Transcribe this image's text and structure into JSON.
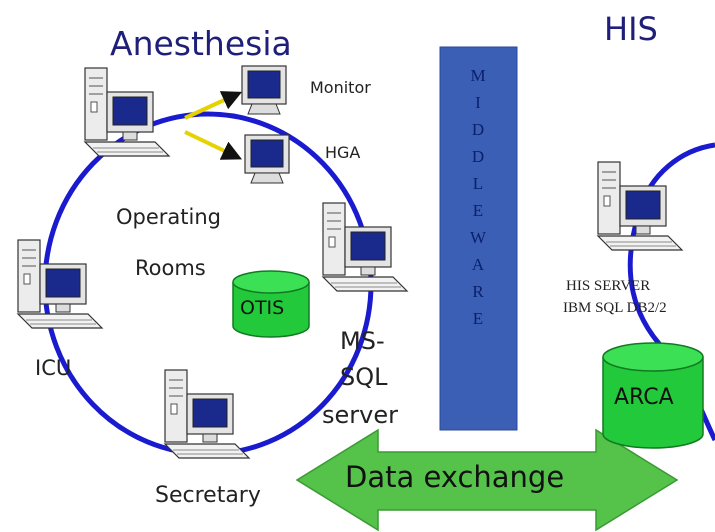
{
  "labels": {
    "anesthesia": "Anesthesia",
    "his": "HIS",
    "monitor": "Monitor",
    "hga": "HGA",
    "operating_rooms_line1": "Operating",
    "operating_rooms_line2": "Rooms",
    "icu": "ICU",
    "ms_sql_line1": "MS-",
    "ms_sql_line2": "SQL",
    "ms_sql_line3": "server",
    "secretary": "Secretary",
    "his_server_line1": "HIS SERVER",
    "his_server_line2": "IBM SQL DB2/2",
    "otis": "OTIS",
    "arca": "ARCA",
    "data_exchange": "Data exchange"
  },
  "middleware_letters": [
    "M",
    "I",
    "D",
    "D",
    "L",
    "E",
    "W",
    "A",
    "R",
    "E"
  ],
  "icons": [
    "workstation-computer-icon",
    "crt-monitor-icon",
    "database-cylinder-icon",
    "double-arrow-icon"
  ],
  "colors": {
    "ring": "#1a1acf",
    "middleware_bar": "#3a5fb5",
    "database_fill": "#22c93a",
    "data_exchange_arrow": "#55c24a",
    "screen": "#1a2a8c",
    "computer_body": "#e8e8e8"
  }
}
